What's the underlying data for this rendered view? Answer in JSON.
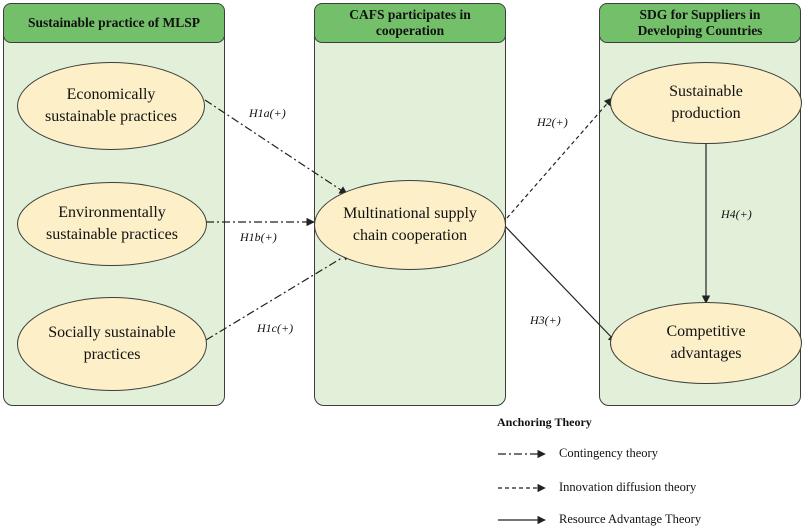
{
  "panels": {
    "left": {
      "title": "Sustainable practice of MLSP"
    },
    "middle": {
      "title": "CAFS participates in cooperation"
    },
    "right": {
      "title": "SDG for Suppliers in Developing Countries"
    }
  },
  "nodes": {
    "economic": "Economically sustainable practices",
    "environmental": "Environmentally sustainable practices",
    "social": "Socially sustainable practices",
    "cooperation": "Multinational supply chain cooperation",
    "production": "Sustainable production",
    "competitive": "Competitive advantages"
  },
  "hypotheses": {
    "h1a": "H1a(+)",
    "h1b": "H1b(+)",
    "h1c": "H1c(+)",
    "h2": "H2(+)",
    "h3": "H3(+)",
    "h4": "H4(+)"
  },
  "legend": {
    "title": "Anchoring Theory",
    "items": [
      {
        "label": "Contingency theory",
        "style": "dash-dot"
      },
      {
        "label": "Innovation diffusion theory",
        "style": "dashed"
      },
      {
        "label": "Resource Advantage Theory",
        "style": "solid"
      }
    ]
  },
  "colors": {
    "panel_fill": "#e2f0d9",
    "header_fill": "#74c06a",
    "node_fill": "#fdf0c8",
    "stroke": "#3d3d3d"
  }
}
